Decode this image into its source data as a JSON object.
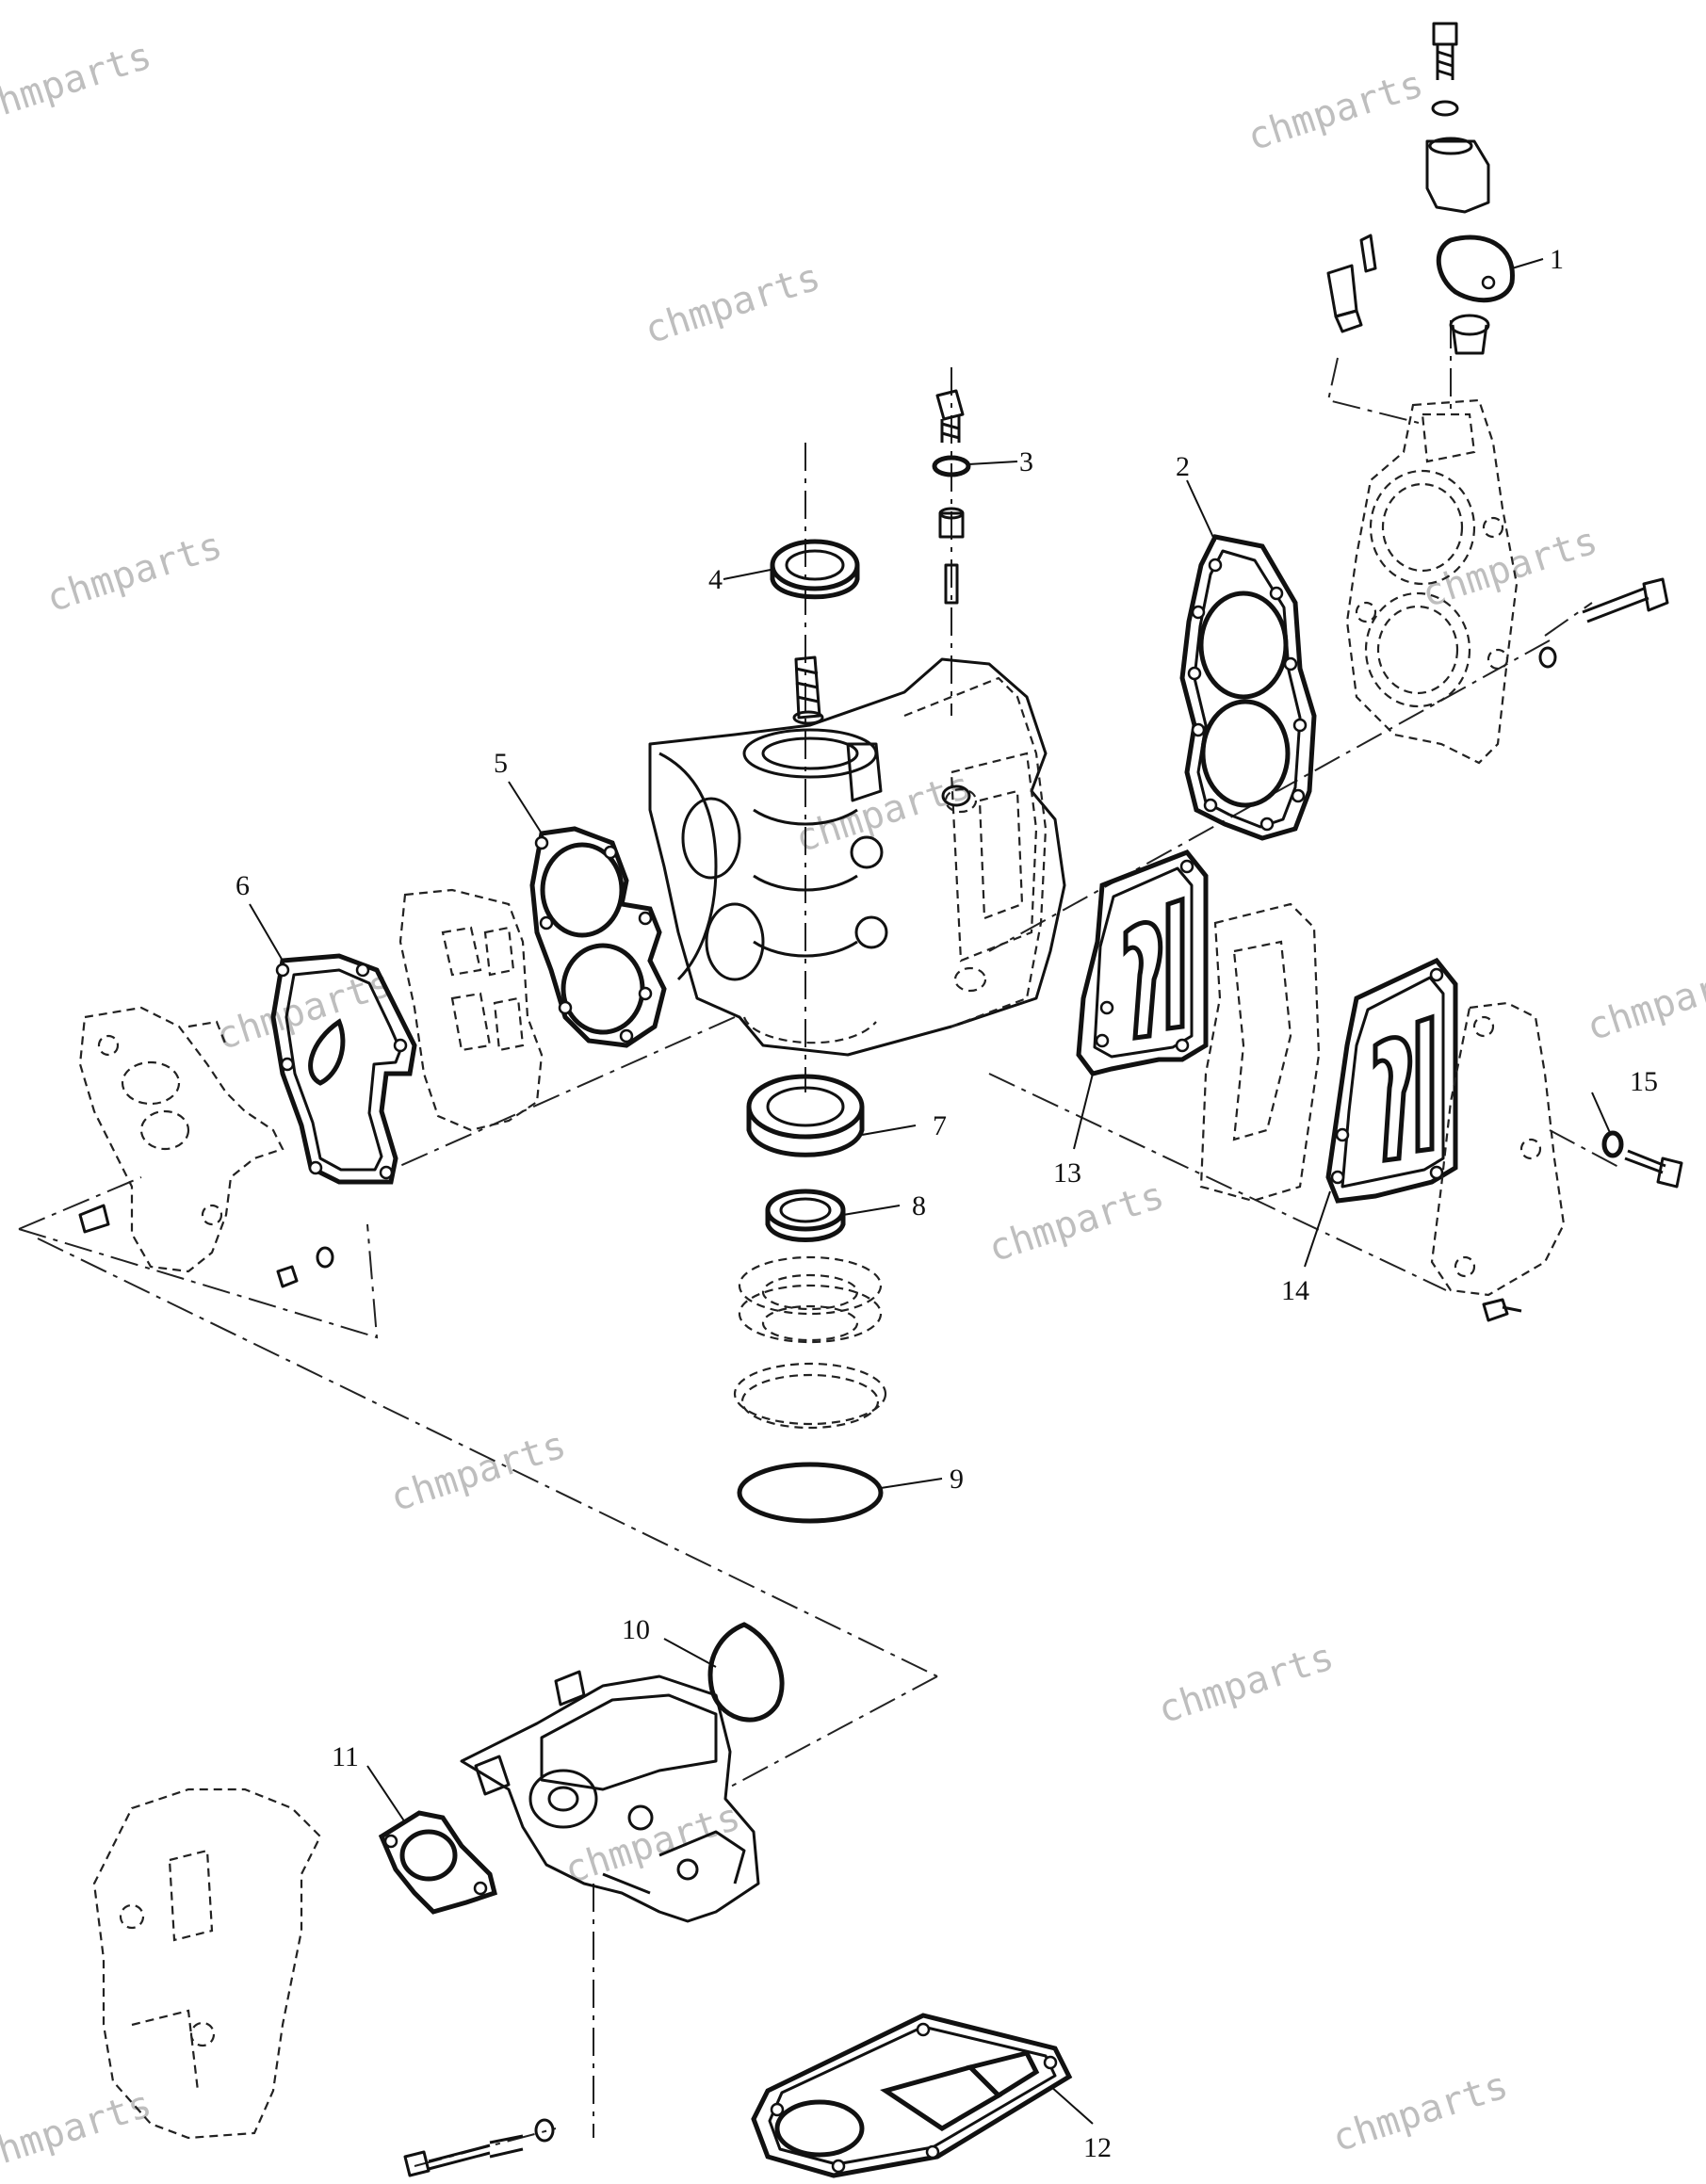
{
  "callouts": [
    "1",
    "2",
    "3",
    "4",
    "5",
    "6",
    "7",
    "8",
    "9",
    "10",
    "11",
    "12",
    "13",
    "14",
    "15"
  ],
  "watermark": "chmparts",
  "colors": {
    "line": "#111111",
    "watermark": "#8a8a8a",
    "background": "#ffffff"
  }
}
